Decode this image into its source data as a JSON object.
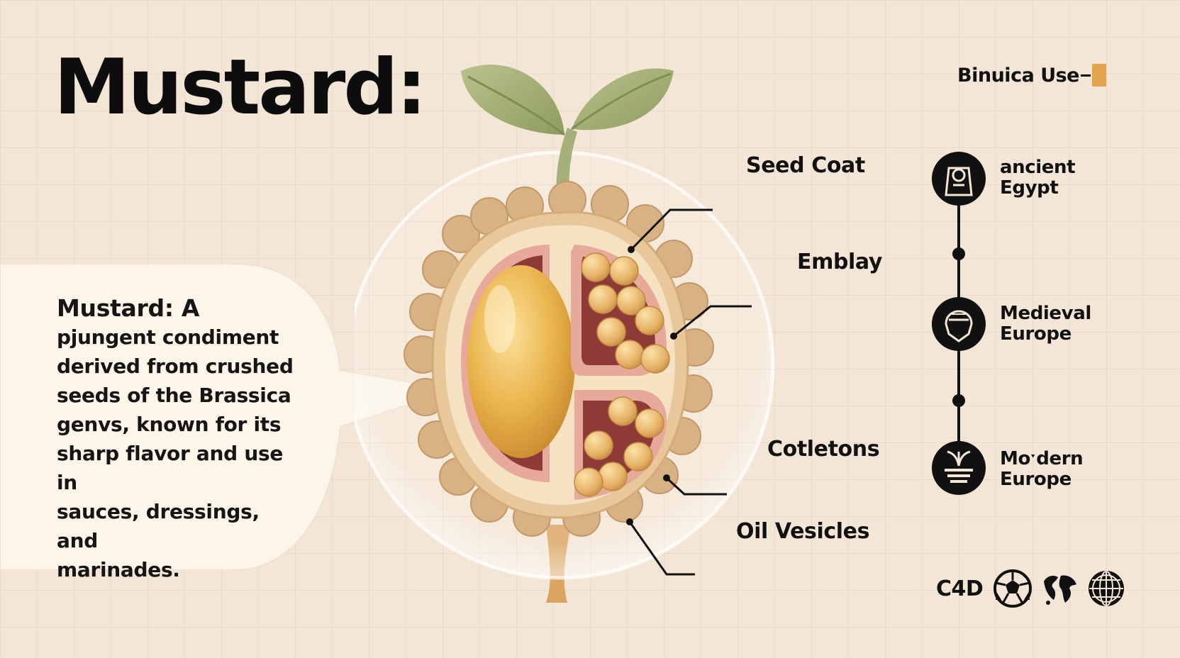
{
  "title": "Mustard:",
  "badge": {
    "text": "Binuica Use"
  },
  "description": {
    "heading": "Mustard: A",
    "lines": [
      "pjungent condiment",
      "derived from crushed",
      "seeds of the Brassica",
      "genvs, known for its",
      "sharp flavor and use in",
      "sauces, dressings, and",
      "marinades."
    ]
  },
  "diagram_labels": {
    "seed_coat": "Seed Coat",
    "emblay": "Emblay",
    "cotletons": "Cotletons",
    "oil_vesicles": "Oil Vesicles"
  },
  "timeline": {
    "items": [
      {
        "line1": "ancient",
        "line2": "Egypt",
        "icon": "pharaoh-icon"
      },
      {
        "line1": "Medieval",
        "line2": "Europe",
        "icon": "helmet-icon"
      },
      {
        "line1": "Moˑdern",
        "line2": "Europe",
        "icon": "plant-bowl-icon"
      }
    ]
  },
  "footer": {
    "text": "C4D",
    "icons": [
      "soccer-globe-icon",
      "world-map-globe-icon",
      "grid-globe-icon"
    ]
  },
  "colors": {
    "background": "#f4e6d6",
    "accent": "#e3a450",
    "seed_yellow": "#e9b048",
    "seed_inner": "#8e3b37",
    "leaf_green": "#a5b07a"
  }
}
